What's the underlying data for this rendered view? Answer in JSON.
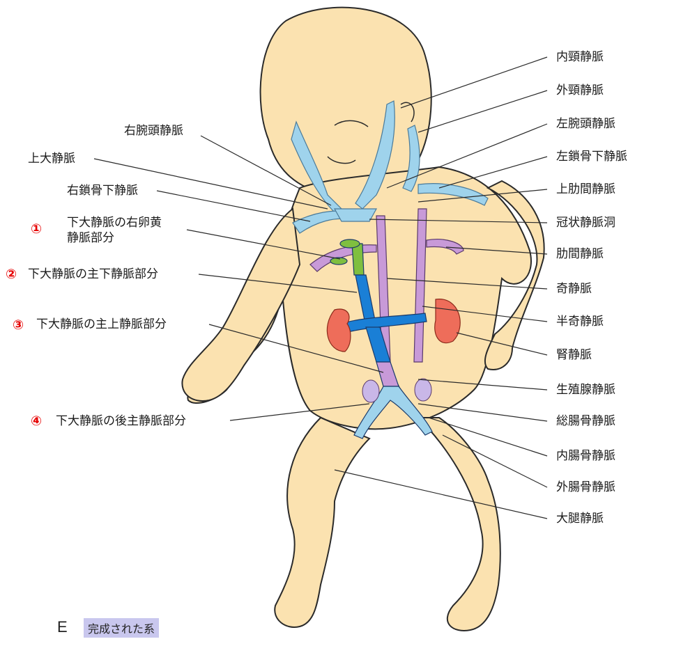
{
  "labels_right": [
    {
      "id": "ijv",
      "text": "内頸静脈"
    },
    {
      "id": "ejv",
      "text": "外頸静脈"
    },
    {
      "id": "lbcv",
      "text": "左腕頭静脈"
    },
    {
      "id": "lscv",
      "text": "左鎖骨下静脈"
    },
    {
      "id": "sicv",
      "text": "上肋間静脈"
    },
    {
      "id": "cs",
      "text": "冠状静脈洞"
    },
    {
      "id": "icv",
      "text": "肋間静脈"
    },
    {
      "id": "azv",
      "text": "奇静脈"
    },
    {
      "id": "hazv",
      "text": "半奇静脈"
    },
    {
      "id": "renv",
      "text": "腎静脈"
    },
    {
      "id": "gonv",
      "text": "生殖腺静脈"
    },
    {
      "id": "civ",
      "text": "総腸骨静脈"
    },
    {
      "id": "iiv",
      "text": "内腸骨静脈"
    },
    {
      "id": "eiv",
      "text": "外腸骨静脈"
    },
    {
      "id": "femv",
      "text": "大腿静脈"
    }
  ],
  "labels_left": [
    {
      "id": "rbcv",
      "text": "右腕頭静脈"
    },
    {
      "id": "svc",
      "text": "上大静脈"
    },
    {
      "id": "rscv",
      "text": "右鎖骨下静脈"
    },
    {
      "id": "ivc1",
      "text": "下大静脈の右卵黄",
      "text2": "静脈部分",
      "num": "①"
    },
    {
      "id": "ivc2",
      "text": "下大静脈の主下静脈部分",
      "num": "②"
    },
    {
      "id": "ivc3",
      "text": "下大静脈の主上静脈部分",
      "num": "③"
    },
    {
      "id": "ivc4",
      "text": "下大静脈の後主静脈部分",
      "num": "④"
    }
  ],
  "figure": {
    "letter": "E",
    "caption": "完成された系"
  },
  "colors": {
    "skin": "#fbe2b0",
    "outline": "#2a2a2a",
    "vein_blue": "#9fd3ec",
    "ivc_blue": "#1a7fd6",
    "purple": "#c89ad8",
    "green": "#7fbf3f",
    "kidney": "#ee6d5a",
    "red_num": "#e60000"
  }
}
